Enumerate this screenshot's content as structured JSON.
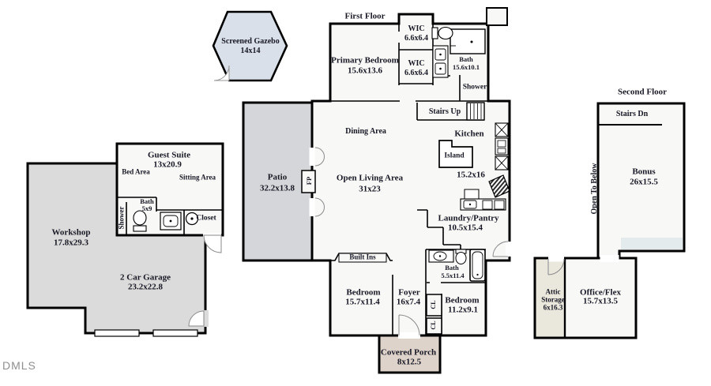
{
  "watermark": "DMLS",
  "titles": {
    "first_floor": "First Floor",
    "second_floor": "Second Floor"
  },
  "rooms": {
    "gazebo": {
      "name": "Screened Gazebo",
      "dims": "14x14"
    },
    "primary_bedroom": {
      "name": "Primary Bedroom",
      "dims": "15.6x13.6"
    },
    "wic_top": {
      "name": "WIC",
      "dims": "6.6x6.4"
    },
    "wic_bottom": {
      "name": "WIC",
      "dims": "6.6x6.4"
    },
    "primary_bath": {
      "name": "Bath",
      "dims": "15.6x10.1"
    },
    "primary_shower": {
      "name": "Shower"
    },
    "stairs_up": {
      "name": "Stairs Up"
    },
    "kitchen": {
      "name": "Kitchen",
      "dims": "15.2x16"
    },
    "island": {
      "name": "Island"
    },
    "dining": {
      "name": "Dining Area"
    },
    "living": {
      "name": "Open Living Area",
      "dims": "31x23"
    },
    "patio": {
      "name": "Patio",
      "dims": "32.2x13.8"
    },
    "fireplace": {
      "name": "FP"
    },
    "laundry": {
      "name": "Laundry/Pantry",
      "dims": "10.5x15.4"
    },
    "built_ins": {
      "name": "Built Ins"
    },
    "bedroom_left": {
      "name": "Bedroom",
      "dims": "15.7x11.4"
    },
    "foyer": {
      "name": "Foyer",
      "dims": "16x7.4"
    },
    "closet_1": {
      "name": "CL"
    },
    "closet_2": {
      "name": "CL"
    },
    "bedroom_right": {
      "name": "Bedroom",
      "dims": "11.2x9.1"
    },
    "hall_bath": {
      "name": "Bath",
      "dims": "5.5x11.4"
    },
    "covered_porch": {
      "name": "Covered Porch",
      "dims": "8x12.5"
    },
    "guest_suite": {
      "name": "Guest Suite",
      "dims": "13x20.9"
    },
    "bed_area": {
      "name": "Bed Area"
    },
    "sitting_area": {
      "name": "Sitting Area"
    },
    "guest_shower": {
      "name": "Shower"
    },
    "guest_bath": {
      "name": "Bath",
      "dims": "5x9"
    },
    "guest_closet": {
      "name": "Closet"
    },
    "workshop": {
      "name": "Workshop",
      "dims": "17.8x29.3"
    },
    "garage": {
      "name": "2 Car Garage",
      "dims": "23.2x22.8"
    },
    "stairs_dn": {
      "name": "Stairs Dn"
    },
    "open_to_below": {
      "name": "Open To Below"
    },
    "bonus": {
      "name": "Bonus",
      "dims": "26x15.5"
    },
    "attic_storage": {
      "name": "Attic",
      "name2": "Storage",
      "dims": "6x16.3"
    },
    "office_flex": {
      "name": "Office/Flex",
      "dims": "15.7x13.5"
    }
  },
  "colors": {
    "wall": "#000000",
    "room_fill": "#f8f8f7",
    "patio_fill": "#d5d6d9",
    "garage_fill": "#dbdbdb",
    "gazebo_fill": "#d9e0e9",
    "porch_fill": "#ded3cb",
    "attic_fill": "#eae7dd",
    "bonus_strip_fill": "#e4ebec",
    "label_text": "#181824",
    "watermark_text": "#8f8f8f"
  }
}
